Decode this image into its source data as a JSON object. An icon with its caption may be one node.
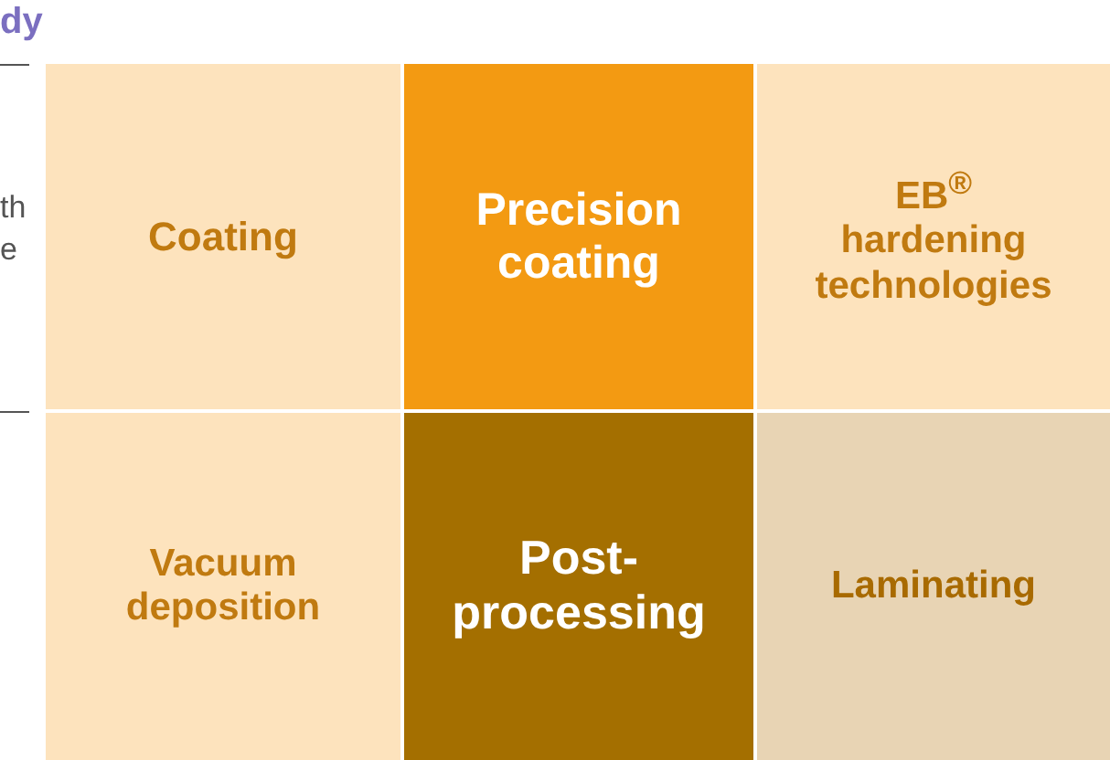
{
  "diagram": {
    "nodes": [
      {
        "text": [
          "Coating"
        ]
      },
      {
        "text": [
          "Precision coating"
        ]
      },
      {
        "text": [
          "EB$^{®}$ hardening technologies"
        ]
      },
      {
        "text": [
          "Vacuum deposition"
        ]
      },
      {
        "text": [
          "Post-processing"
        ]
      },
      {
        "text": [
          "Laminating"
        ]
      }
    ],
    "labels": [
      "dy",
      "th",
      "e"
    ]
  }
}
